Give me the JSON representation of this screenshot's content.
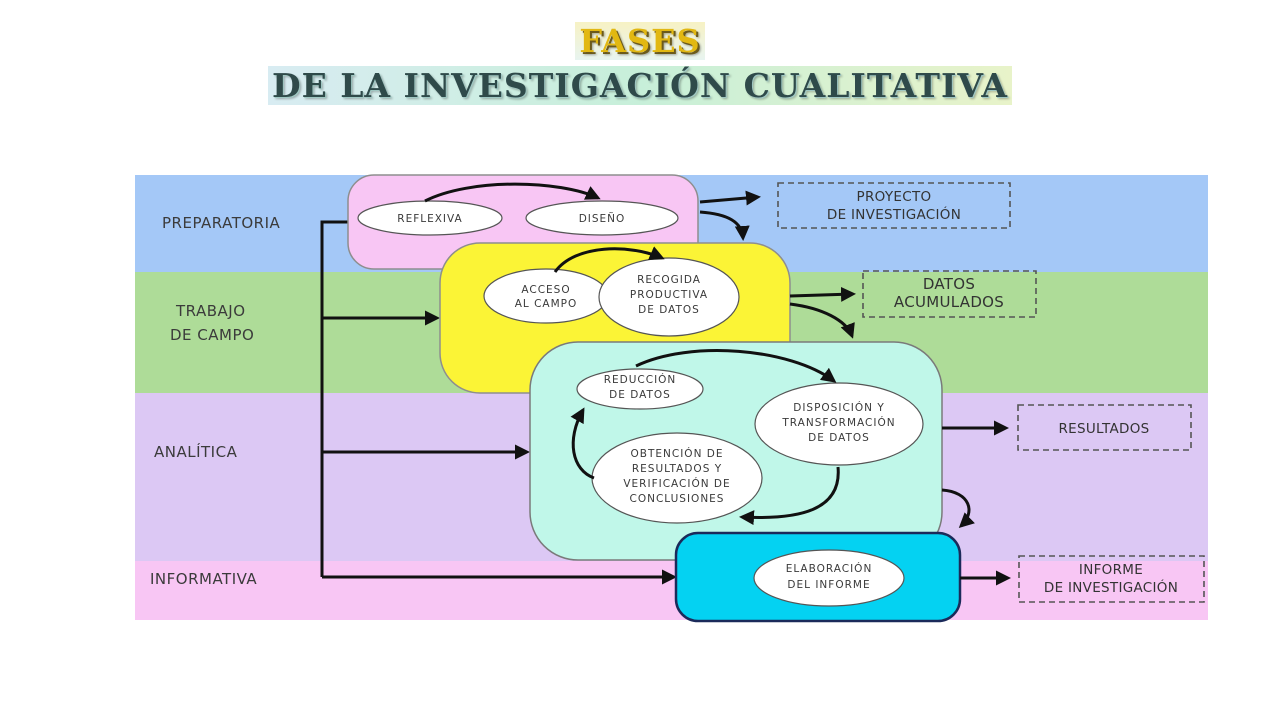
{
  "title": {
    "line1": "FASES",
    "line2": "DE LA INVESTIGACIÓN CUALITATIVA"
  },
  "bands": [
    {
      "label_lines": [
        "PREPARATORIA"
      ],
      "color": "#a4c8f7"
    },
    {
      "label_lines": [
        "TRABAJO",
        "DE CAMPO"
      ],
      "color": "#aedc98"
    },
    {
      "label_lines": [
        "ANALÍTICA"
      ],
      "color": "#dcc8f4"
    },
    {
      "label_lines": [
        "INFORMATIVA"
      ],
      "color": "#f8c6f4"
    }
  ],
  "phase_boxes": {
    "preparatoria": {
      "color": "#f8c6f4"
    },
    "trabajo": {
      "color": "#fbf436"
    },
    "analitica": {
      "color": "#c0f7e9"
    },
    "informativa": {
      "color": "#04d2f2"
    }
  },
  "ovals": {
    "reflexiva": [
      "REFLEXIVA"
    ],
    "diseno": [
      "DISEÑO"
    ],
    "acceso": [
      "ACCESO",
      "AL CAMPO"
    ],
    "recogida": [
      "RECOGIDA",
      "PRODUCTIVA",
      "DE DATOS"
    ],
    "reduccion": [
      "REDUCCIÓN",
      "DE DATOS"
    ],
    "disposicion": [
      "DISPOSICIÓN Y",
      "TRANSFORMACIÓN",
      "DE DATOS"
    ],
    "obtencion": [
      "OBTENCIÓN DE",
      "RESULTADOS Y",
      "VERIFICACIÓN DE",
      "CONCLUSIONES"
    ],
    "elaboracion": [
      "ELABORACIÓN",
      "DEL INFORME"
    ]
  },
  "outputs": {
    "proyecto": [
      "PROYECTO",
      "DE INVESTIGACIÓN"
    ],
    "datos": [
      "DATOS",
      "ACUMULADOS"
    ],
    "resultados": [
      "RESULTADOS"
    ],
    "informe": [
      "INFORME",
      "DE INVESTIGACIÓN"
    ]
  }
}
